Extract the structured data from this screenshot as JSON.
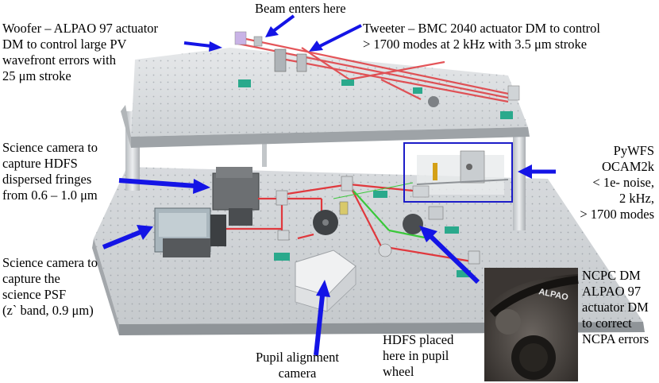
{
  "annotations": {
    "beam_enters": [
      "Beam enters here"
    ],
    "woofer": [
      "Woofer – ALPAO 97 actuator",
      "DM to control large PV",
      "wavefront errors with",
      "25 μm stroke"
    ],
    "tweeter": [
      "Tweeter – BMC 2040 actuator DM to control",
      "> 1700 modes at 2 kHz with 3.5 μm stroke"
    ],
    "hdfs_camera": [
      "Science camera to",
      "capture HDFS",
      "dispersed fringes",
      "from 0.6 – 1.0 μm"
    ],
    "psf_camera": [
      "Science camera to",
      "capture the",
      "science PSF",
      "(z` band, 0.9 μm)"
    ],
    "pywfs": [
      "PyWFS",
      "OCAM2k",
      "< 1e- noise,",
      "2 kHz,",
      "> 1700 modes"
    ],
    "ncpc": [
      "NCPC DM",
      "ALPAO 97",
      "actuator DM",
      "to correct",
      "NCPA errors"
    ],
    "pupil_camera": [
      "Pupil alignment",
      "camera"
    ],
    "hdfs_wheel": [
      "HDFS placed",
      "here in pupil",
      "wheel"
    ]
  },
  "inset_logo": "ALPAO",
  "colors": {
    "arrow": "#1414e6",
    "beam": "#e0383d",
    "pywfs_box": "#1c1cc8",
    "table": "#d7dadd",
    "mount": "#2aa98c"
  }
}
